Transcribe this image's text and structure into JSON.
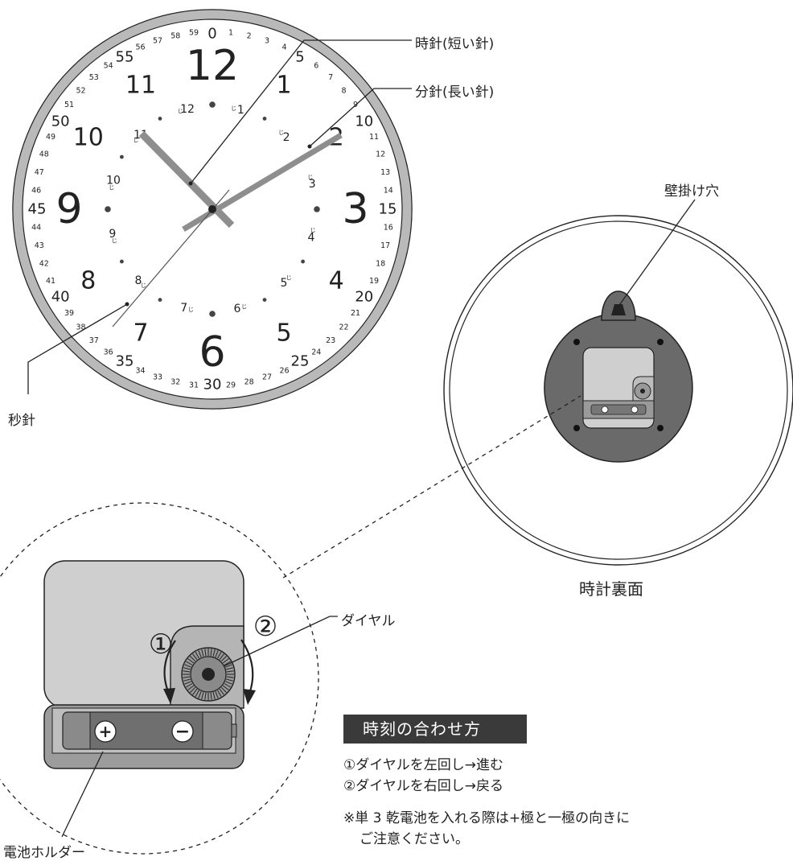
{
  "clock_face": {
    "big_hours": [
      "12",
      "1",
      "2",
      "3",
      "4",
      "5",
      "6",
      "7",
      "8",
      "9",
      "10",
      "11"
    ],
    "minute_marks_major": [
      "0",
      "5",
      "10",
      "15",
      "20",
      "25",
      "30",
      "35",
      "40",
      "45",
      "50",
      "55"
    ],
    "minute_marks_minor": [
      "1",
      "2",
      "3",
      "4",
      "6",
      "7",
      "8",
      "9",
      "11",
      "12",
      "13",
      "14",
      "16",
      "17",
      "18",
      "19",
      "21",
      "22",
      "23",
      "24",
      "26",
      "27",
      "28",
      "29",
      "31",
      "32",
      "33",
      "34",
      "36",
      "37",
      "38",
      "39",
      "41",
      "42",
      "43",
      "44",
      "46",
      "47",
      "48",
      "49",
      "51",
      "52",
      "53",
      "54",
      "56",
      "57",
      "58",
      "59"
    ],
    "inner_hours": [
      "12",
      "1",
      "2",
      "3",
      "4",
      "5",
      "6",
      "7",
      "8",
      "9",
      "10",
      "11"
    ],
    "inner_marker": "じ"
  },
  "labels": {
    "hour_hand": "時針(短い針)",
    "minute_hand": "分針(長い針)",
    "second_hand": "秒針",
    "wall_hole": "壁掛け穴",
    "back_caption": "時計裏面",
    "dial": "ダイヤル",
    "battery_holder": "電池ホルダー"
  },
  "steps": {
    "one": "①",
    "two": "②"
  },
  "battery": {
    "plus": "+",
    "minus": "−"
  },
  "howto": {
    "title": "時刻の合わせ方",
    "line1": "①ダイヤルを左回し→進む",
    "line2": "②ダイヤルを右回し→戻る",
    "note1": "※単 3 乾電池を入れる際は+極と一極の向きに",
    "note2": "ご注意ください。"
  },
  "colors": {
    "rim": "#b9b9b9",
    "hand": "#8e8e8e",
    "back": "#6a6a6a",
    "plate": "#cfcfcf",
    "title_bg": "#3a3a3a"
  }
}
